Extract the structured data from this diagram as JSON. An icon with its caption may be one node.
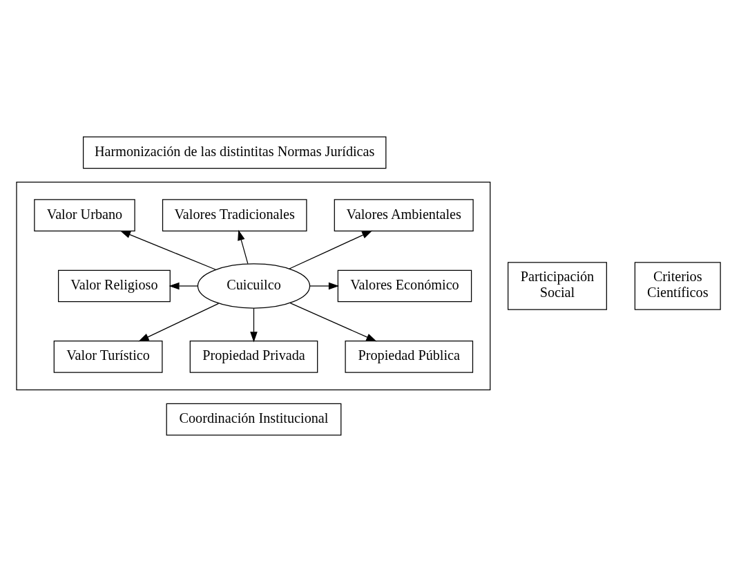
{
  "diagram": {
    "nodes": [
      {
        "text": [
          "Harmonización de las distintitas Normas Jurídicas"
        ]
      },
      {
        "text": [
          "Participación",
          "Social"
        ]
      },
      {
        "text": [],
        "shape": "box"
      },
      {
        "text": [
          "Valor Urbano"
        ],
        "in": 2
      },
      {
        "text": [
          "Valores Tradicionales"
        ],
        "in": 2
      },
      {
        "text": [
          "Valores Ambientales"
        ],
        "in": 2
      },
      {
        "text": [
          "Valor Religioso"
        ],
        "in": 2
      },
      {
        "text": [
          "Cuicuilco"
        ],
        "in": 2
      },
      {
        "text": [
          "Valores Económico"
        ],
        "in": 2
      },
      {
        "text": [
          "Valor Turístico"
        ],
        "in": 2
      },
      {
        "text": [
          "Propiedad Privada"
        ],
        "in": 2
      },
      {
        "text": [
          "Propiedad Pública"
        ],
        "in": 2
      },
      {
        "text": [
          "Criterios",
          "Científicos"
        ]
      },
      {
        "text": [
          "Coordinación Institucional"
        ]
      }
    ],
    "edges": [
      {
        "from": 7,
        "to": 3,
        "arrow": "to"
      },
      {
        "from": 7,
        "to": 4,
        "arrow": "to"
      },
      {
        "from": 7,
        "to": 5,
        "arrow": "to"
      },
      {
        "from": 7,
        "to": 6,
        "arrow": "to"
      },
      {
        "from": 7,
        "to": 8,
        "arrow": "to"
      },
      {
        "from": 7,
        "to": 9,
        "arrow": "to"
      },
      {
        "from": 7,
        "to": 10,
        "arrow": "to"
      },
      {
        "from": 7,
        "to": 11,
        "arrow": "to"
      }
    ]
  }
}
